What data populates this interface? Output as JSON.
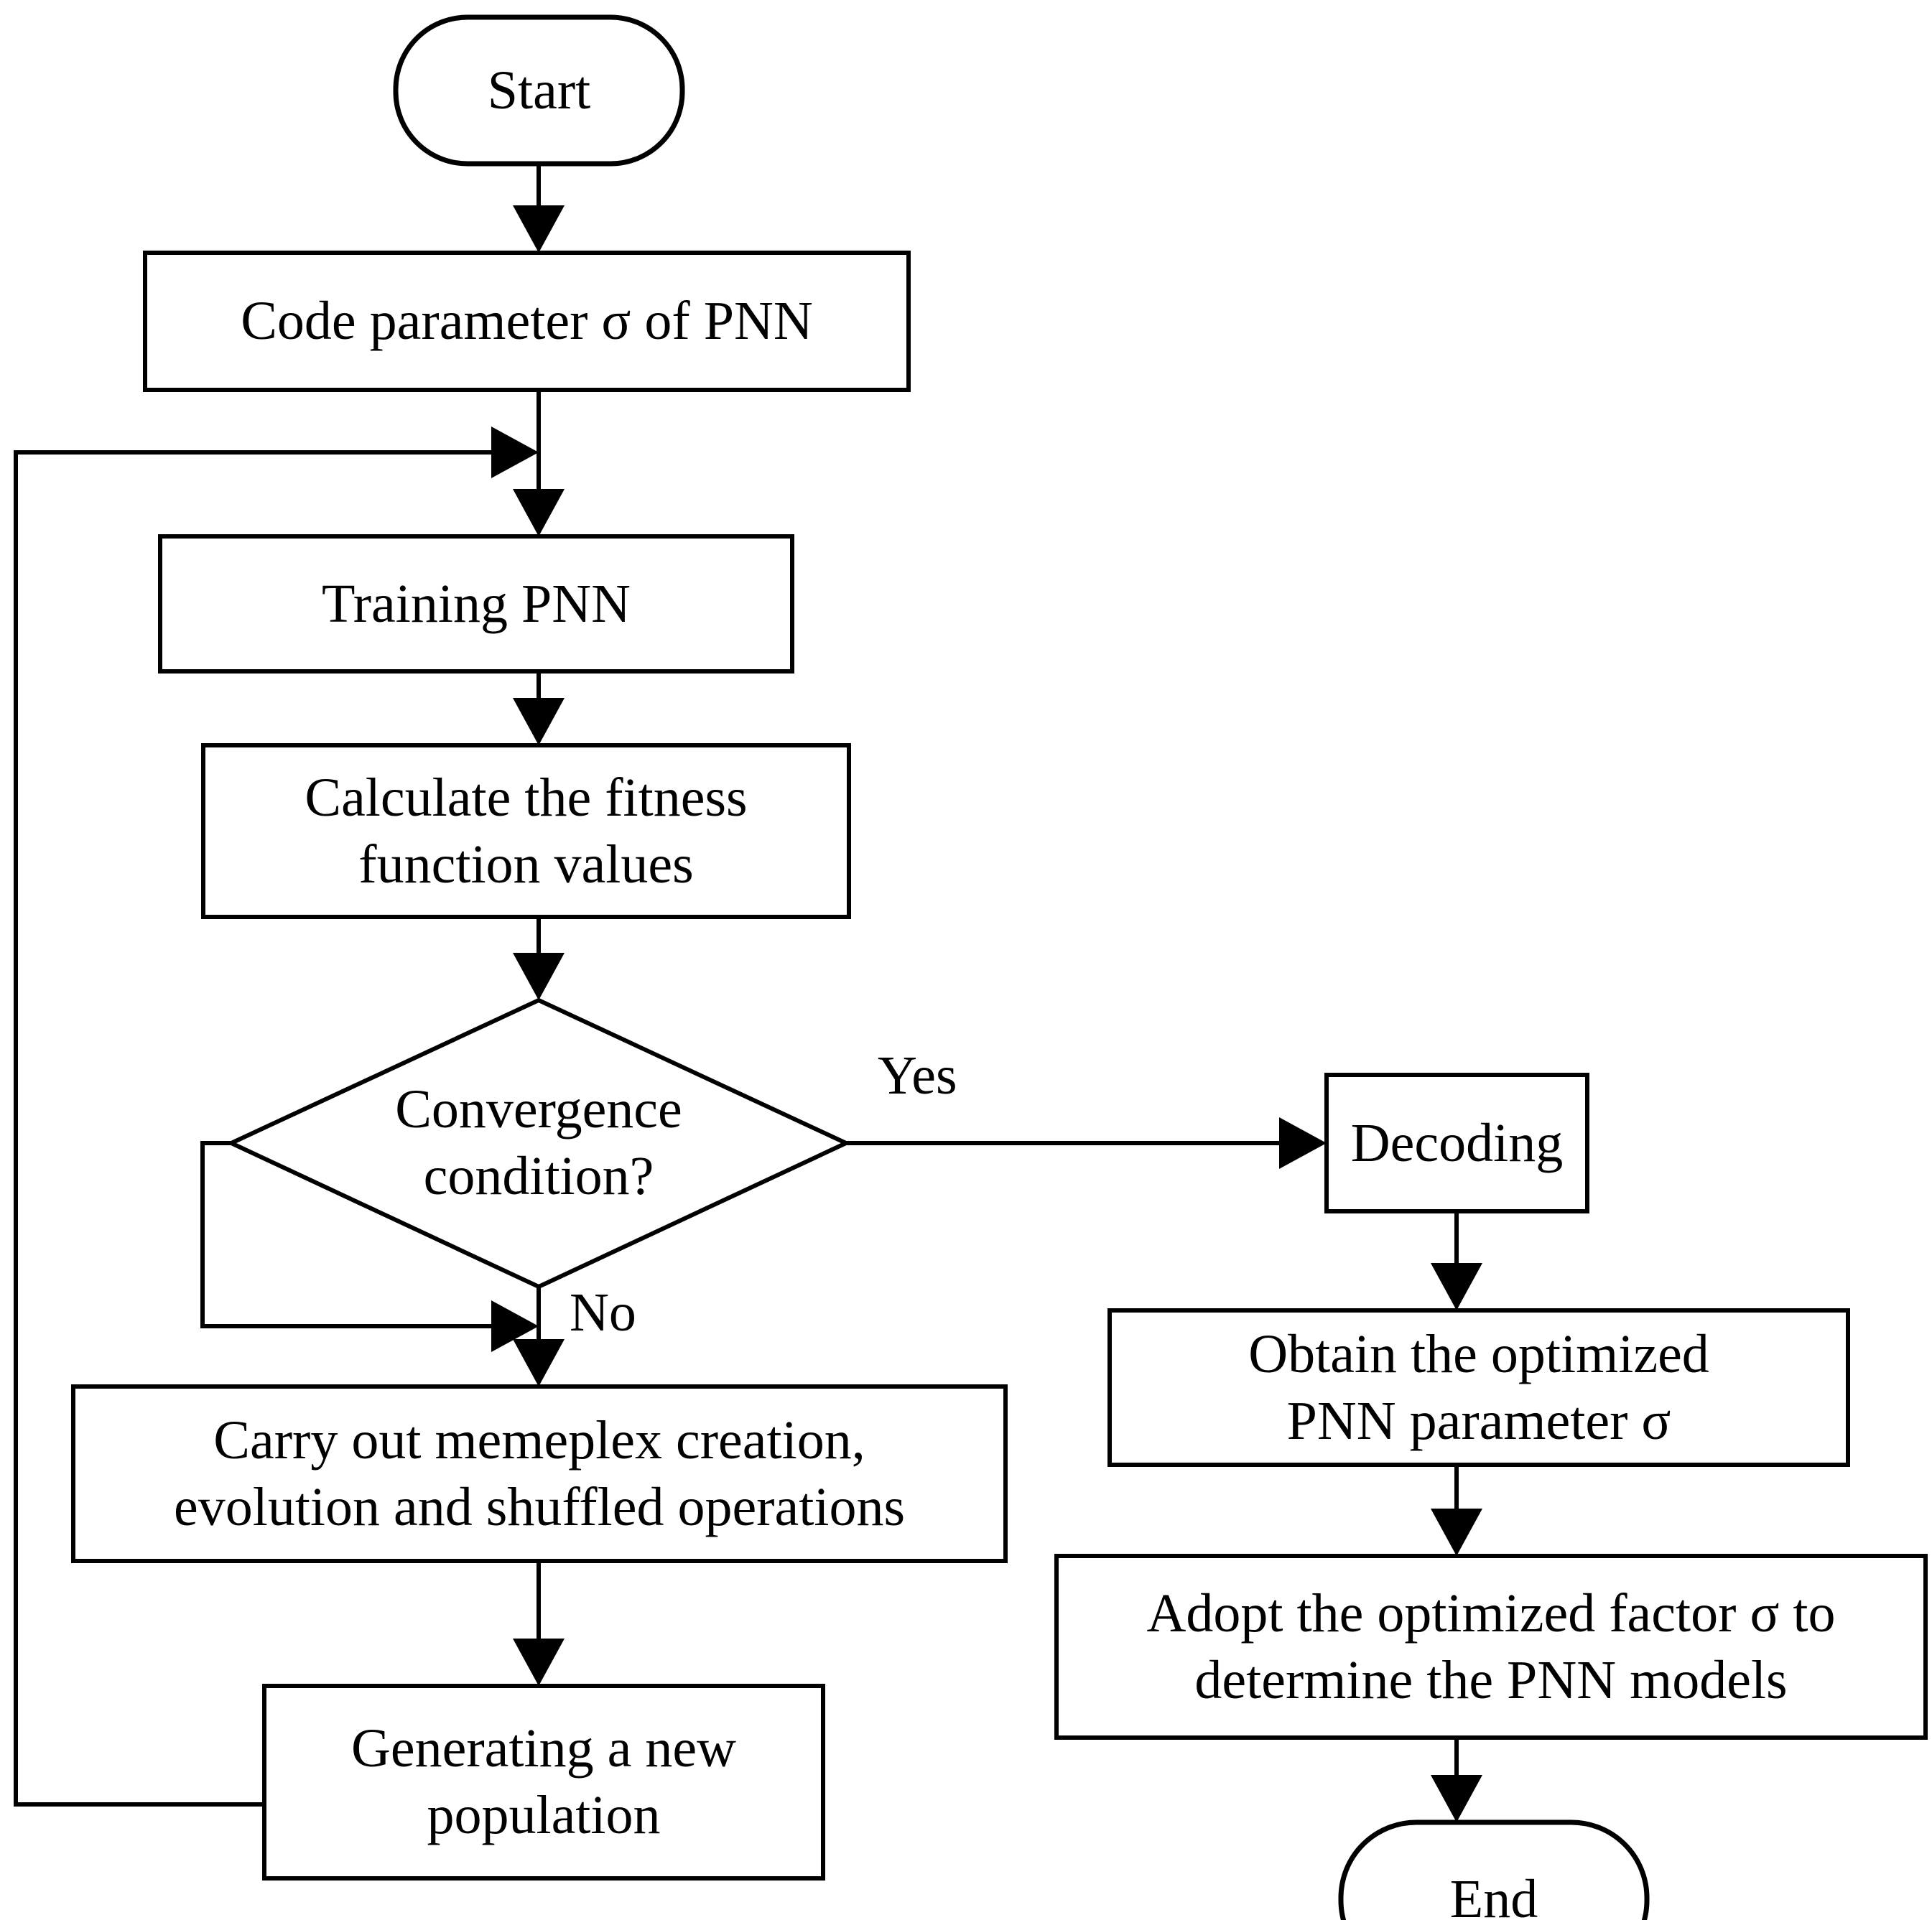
{
  "diagram": {
    "title": "PNN parameter optimization flowchart",
    "stroke_color": "#000000",
    "background_color": "#ffffff",
    "nodes": [
      {
        "id": "start",
        "type": "terminal",
        "label": "Start"
      },
      {
        "id": "code",
        "type": "process",
        "label": "Code parameter σ of PNN"
      },
      {
        "id": "training",
        "type": "process",
        "label": "Training PNN"
      },
      {
        "id": "fitness",
        "type": "process",
        "label": "Calculate the fitness\nfunction values"
      },
      {
        "id": "convergence",
        "type": "decision",
        "label": "Convergence\ncondition?"
      },
      {
        "id": "memeplex",
        "type": "process",
        "label": "Carry out memeplex creation,\nevolution and shuffled operations"
      },
      {
        "id": "newpop",
        "type": "process",
        "label": "Generating a new\npopulation"
      },
      {
        "id": "decoding",
        "type": "process",
        "label": "Decoding"
      },
      {
        "id": "obtain",
        "type": "process",
        "label": "Obtain the optimized\nPNN parameter σ"
      },
      {
        "id": "adopt",
        "type": "process",
        "label": "Adopt the optimized factor σ to\ndetermine the PNN models"
      },
      {
        "id": "end",
        "type": "terminal",
        "label": "End"
      }
    ],
    "edge_labels": [
      {
        "id": "yes",
        "label": "Yes"
      },
      {
        "id": "no",
        "label": "No"
      }
    ]
  }
}
